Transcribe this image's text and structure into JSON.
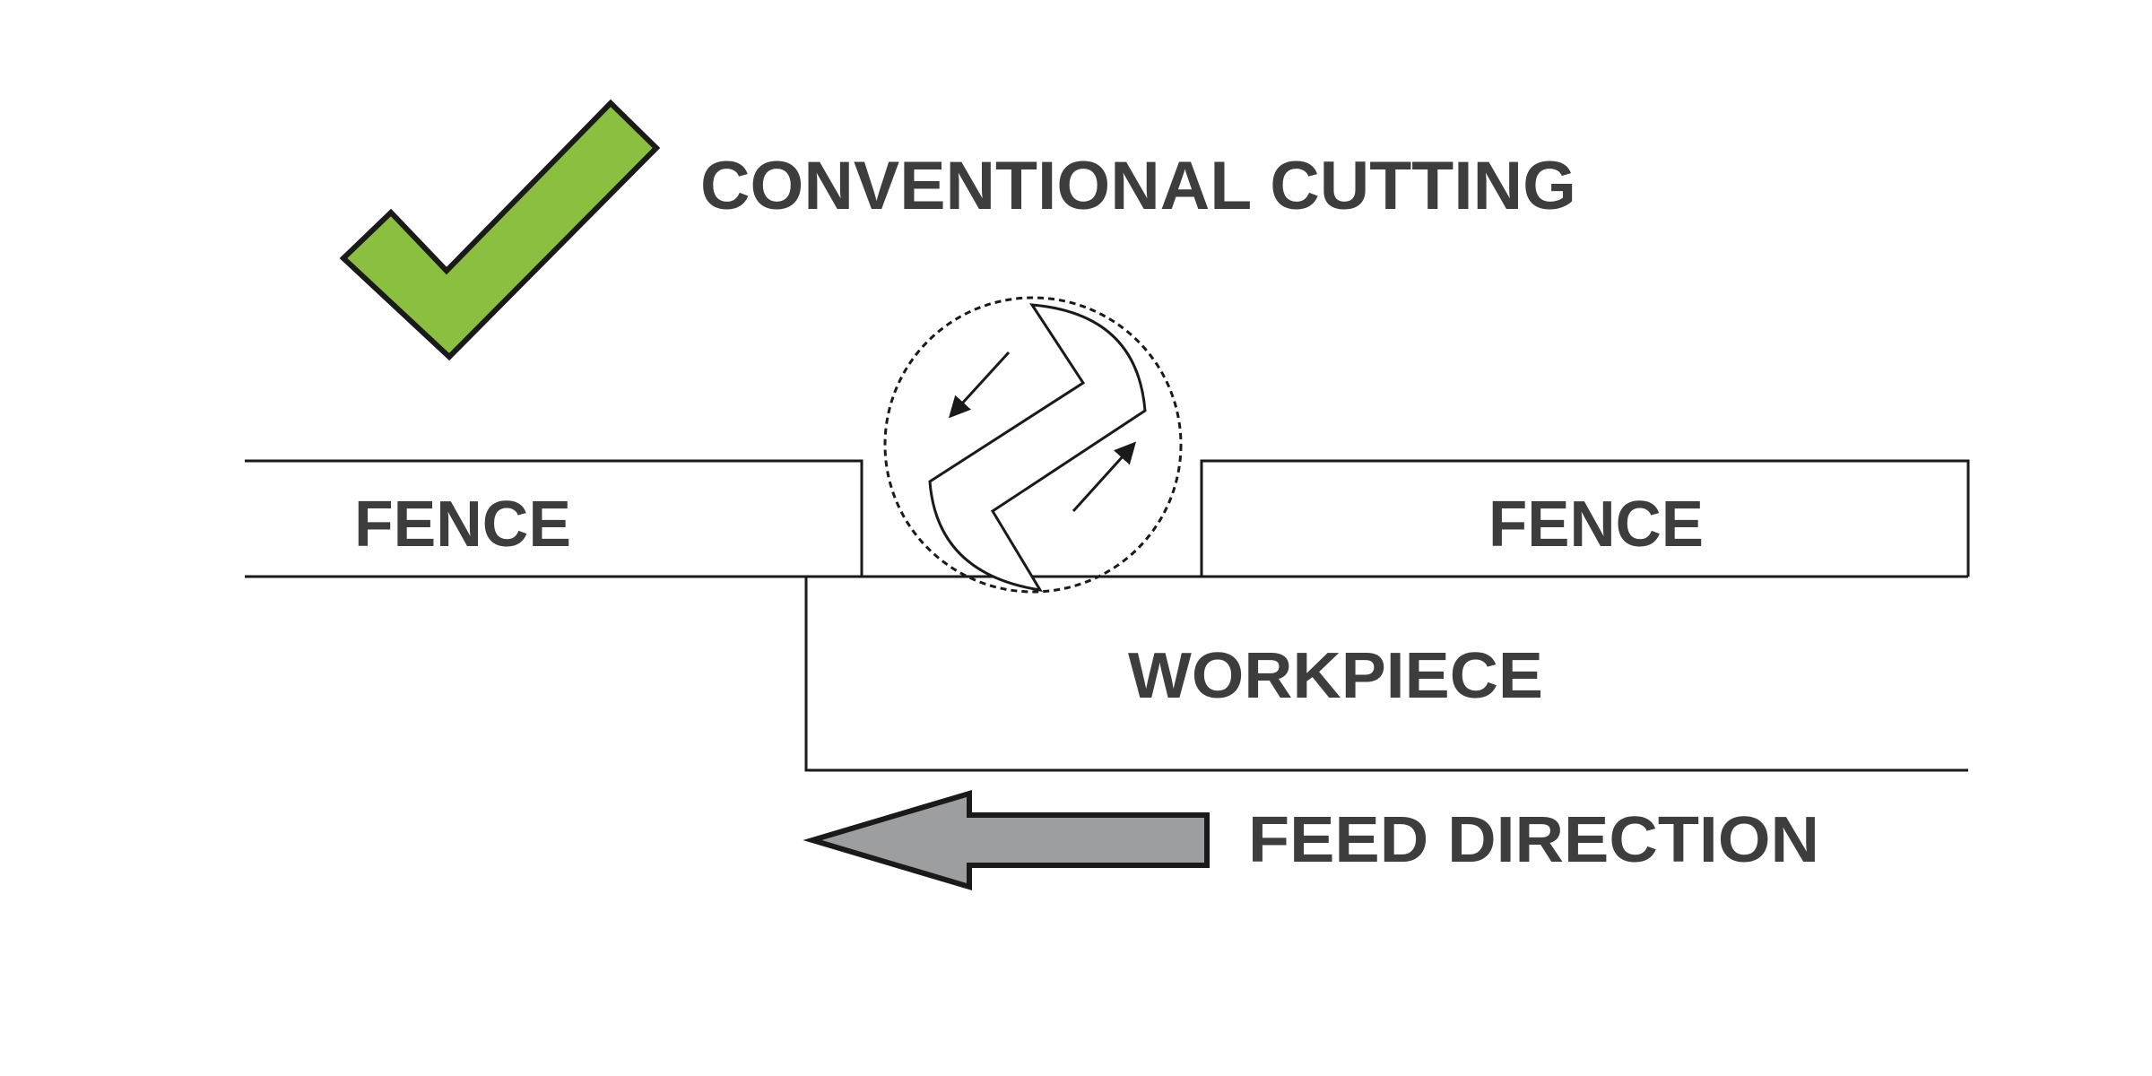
{
  "title": "CONVENTIONAL CUTTING",
  "labels": {
    "fence_left": "FENCE",
    "fence_right": "FENCE",
    "workpiece": "WORKPIECE",
    "feed_direction": "FEED DIRECTION"
  },
  "icons": {
    "checkmark": "checkmark-icon",
    "feed_arrow": "left-arrow-icon"
  },
  "colors": {
    "check_fill": "#8bbf3f",
    "arrow_fill": "#9d9e9f",
    "text": "#3d3d3d",
    "line": "#1a1a1a"
  }
}
